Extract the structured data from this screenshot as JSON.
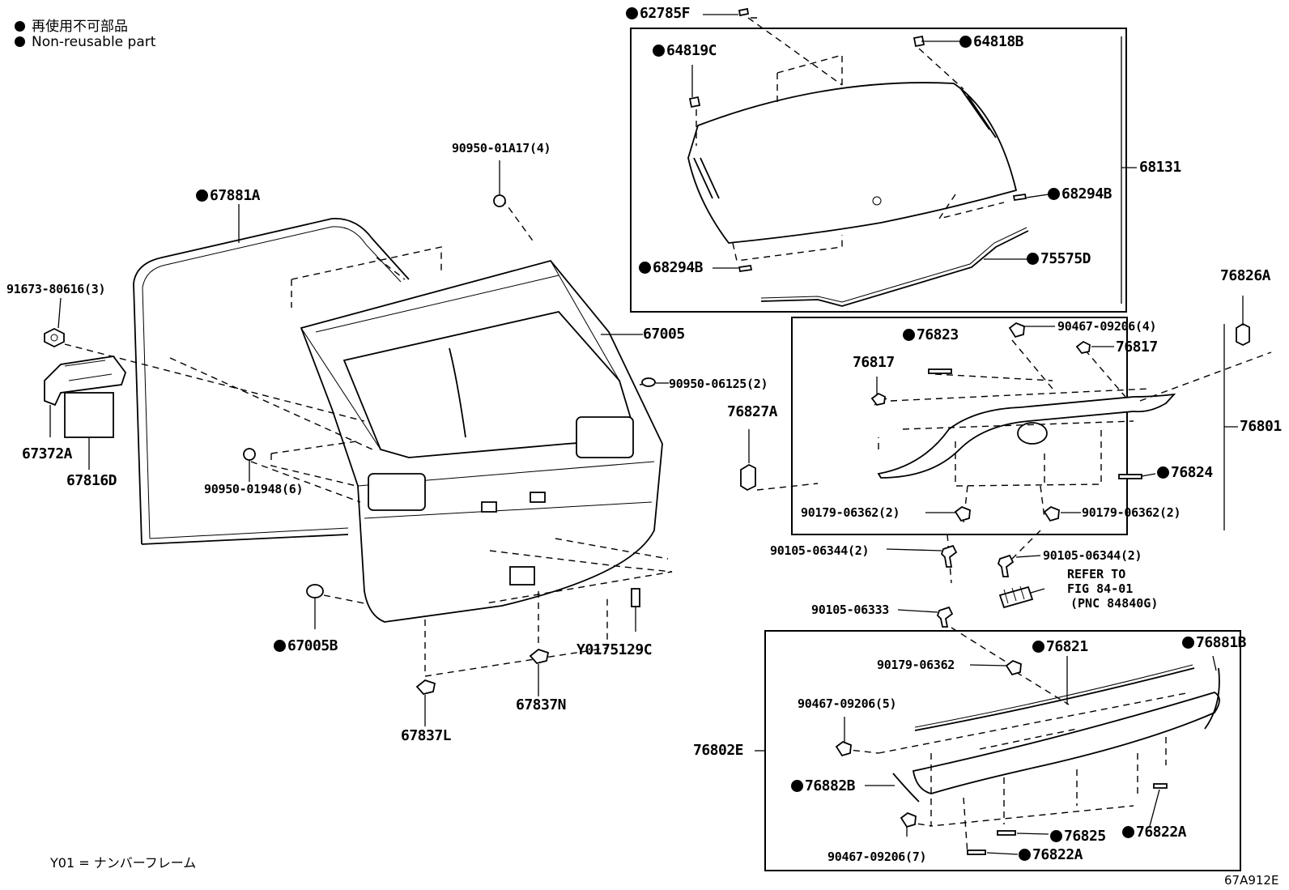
{
  "legend": {
    "line1": "再使用不可部品",
    "line2": "Non-reusable part"
  },
  "footnote": "Y01 = ナンバーフレーム",
  "figure_code": "67A912E",
  "refer": {
    "line1": "REFER TO",
    "line2": "FIG 84-01",
    "line3": "(PNC 84840G)"
  },
  "callouts": {
    "p62785F": "62785F",
    "p64819C": "64819C",
    "p64818B": "64818B",
    "p68131": "68131",
    "p68294B_r": "68294B",
    "p68294B_l": "68294B",
    "p75575D": "75575D",
    "p90950_01A17": "90950-01A17(4)",
    "p67881A": "67881A",
    "p91673": "91673-80616(3)",
    "p67005": "67005",
    "p90950_06125": "90950-06125(2)",
    "p67372A": "67372A",
    "p67816D": "67816D",
    "p90950_01948": "90950-01948(6)",
    "p67005B": "67005B",
    "pY01": "Y0175129C",
    "p67837N": "67837N",
    "p67837L": "67837L",
    "p76826A": "76826A",
    "p76823": "76823",
    "p90467_4": "90467-09206(4)",
    "p76817_r": "76817",
    "p76817_l": "76817",
    "p76801": "76801",
    "p76827A": "76827A",
    "p76824": "76824",
    "p90179_l": "90179-06362(2)",
    "p90179_r": "90179-06362(2)",
    "p90105_l": "90105-06344(2)",
    "p90105_r": "90105-06344(2)",
    "p90105_06333": "90105-06333",
    "p76821": "76821",
    "p76881B": "76881B",
    "p90179_single": "90179-06362",
    "p90467_5": "90467-09206(5)",
    "p76802E": "76802E",
    "p76882B": "76882B",
    "p76825": "76825",
    "p76822A_r": "76822A",
    "p76822A_b": "76822A",
    "p90467_7": "90467-09206(7)"
  }
}
